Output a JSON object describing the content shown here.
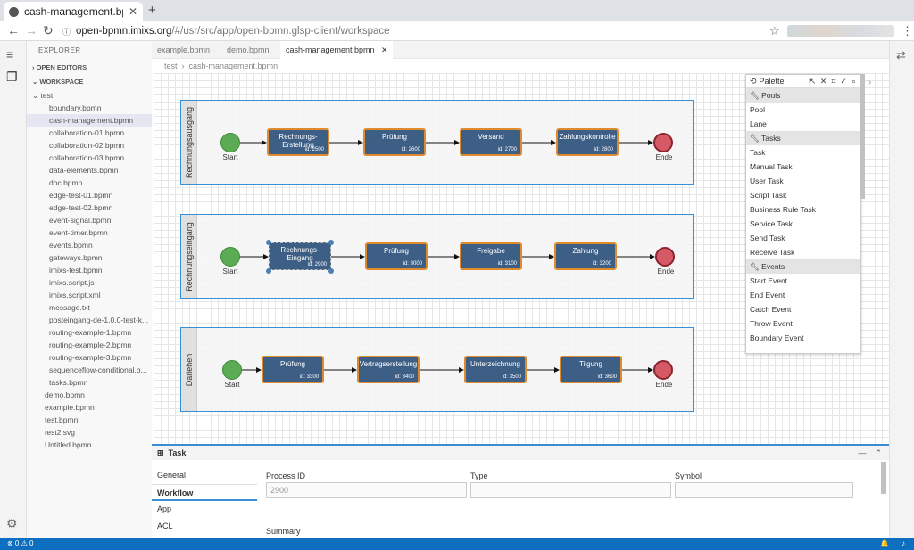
{
  "browser": {
    "tab_title": "cash-management.bpmn",
    "url_domain": "open-bpmn.imixs.org",
    "url_path": "/#/usr/src/app/open-bpmn.glsp-client/workspace"
  },
  "explorer": {
    "title": "EXPLORER",
    "open_editors": "OPEN EDITORS",
    "workspace": "WORKSPACE",
    "folder": "test",
    "files_in_test": [
      "boundary.bpmn",
      "cash-management.bpmn",
      "collaboration-01.bpmn",
      "collaboration-02.bpmn",
      "collaboration-03.bpmn",
      "data-elements.bpmn",
      "doc.bpmn",
      "edge-test-01.bpmn",
      "edge-test-02.bpmn",
      "event-signal.bpmn",
      "event-timer.bpmn",
      "events.bpmn",
      "gateways.bpmn",
      "imixs-test.bpmn",
      "imixs.script.js",
      "imixs.script.xml",
      "message.txt",
      "posteingang-de-1.0.0-test-k...",
      "routing-example-1.bpmn",
      "routing-example-2.bpmn",
      "routing-example-3.bpmn",
      "sequenceflow-conditional.b...",
      "tasks.bpmn"
    ],
    "root_files": [
      "demo.bpmn",
      "example.bpmn",
      "test.bpmn",
      "test2.svg",
      "Untitled.bpmn"
    ]
  },
  "editor": {
    "tabs": [
      "example.bpmn",
      "demo.bpmn",
      "cash-management.bpmn"
    ],
    "breadcrumb_root": "test",
    "breadcrumb_file": "cash-management.bpmn"
  },
  "diagram": {
    "pools": [
      {
        "name": "Rechnungsausgang",
        "start": "Start",
        "end": "Ende",
        "tasks": [
          {
            "name": "Rechnungs-\nErstellung",
            "id": "id: 2500"
          },
          {
            "name": "Prüfung",
            "id": "id: 2600"
          },
          {
            "name": "Versand",
            "id": "id: 2700"
          },
          {
            "name": "Zahlungskontrolle",
            "id": "id: 2800"
          }
        ]
      },
      {
        "name": "Rechnungseingang",
        "start": "Start",
        "end": "Ende",
        "tasks": [
          {
            "name": "Rechnungs-\nEingang",
            "id": "id: 2900"
          },
          {
            "name": "Prüfung",
            "id": "id: 3000"
          },
          {
            "name": "Freigabe",
            "id": "id: 3100"
          },
          {
            "name": "Zahlung",
            "id": "id: 3200"
          }
        ]
      },
      {
        "name": "Darlehen",
        "start": "Start",
        "end": "Ende",
        "tasks": [
          {
            "name": "Prüfung",
            "id": "id: 3300"
          },
          {
            "name": "Vertragserstellung",
            "id": "id: 3400"
          },
          {
            "name": "Unterzeichnung",
            "id": "id: 3500"
          },
          {
            "name": "Tilgung",
            "id": "id: 3600"
          }
        ]
      }
    ]
  },
  "palette": {
    "title": "Palette",
    "groups": [
      {
        "name": "Pools",
        "items": [
          "Pool",
          "Lane"
        ]
      },
      {
        "name": "Tasks",
        "items": [
          "Task",
          "Manual Task",
          "User Task",
          "Script Task",
          "Business Rule Task",
          "Service Task",
          "Send Task",
          "Receive Task"
        ]
      },
      {
        "name": "Events",
        "items": [
          "Start Event",
          "End Event",
          "Catch Event",
          "Throw Event",
          "Boundary Event"
        ]
      }
    ]
  },
  "properties": {
    "title": "Task",
    "nav": [
      "General",
      "Workflow",
      "App",
      "ACL"
    ],
    "process_id_label": "Process ID",
    "process_id_value": "2900",
    "type_label": "Type",
    "symbol_label": "Symbol",
    "summary_label": "Summary"
  },
  "status": {
    "text": "⊗ 0 ⚠ 0"
  }
}
